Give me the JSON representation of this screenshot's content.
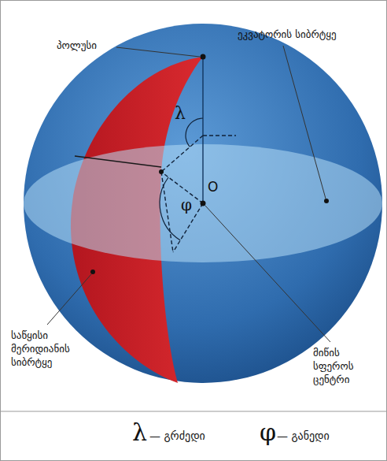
{
  "diagram": {
    "labels": [
      "პოლუსი",
      "ეკვატორის სიბრტყე",
      "λ",
      "φ",
      "O",
      "საწყისი მერიდიანის სიბრტყე",
      "მიწის სფეროს ცენტრი",
      "λ",
      "— გრძედი",
      "φ",
      "— განედი"
    ]
  }
}
